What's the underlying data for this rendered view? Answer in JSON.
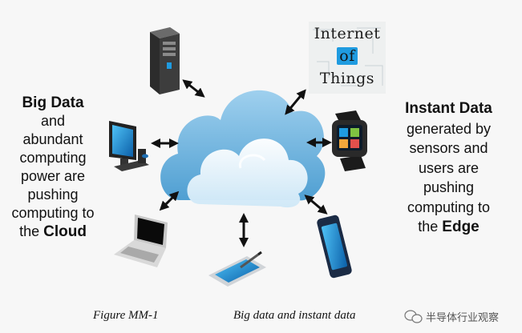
{
  "left_text": {
    "heading": "Big Data",
    "lines": [
      "and",
      "abundant",
      "computing",
      "power are",
      "pushing",
      "computing to",
      "the"
    ],
    "emphasis": "Cloud"
  },
  "right_text": {
    "heading": "Instant Data",
    "lines": [
      "generated by",
      "sensors and",
      "users are",
      "pushing",
      "computing to",
      "the"
    ],
    "emphasis": "Edge"
  },
  "iot": {
    "line1": "Internet",
    "line2": "of",
    "line3": "Things"
  },
  "caption": {
    "figure": "Figure MM-1",
    "title": "Big data and instant data"
  },
  "watermark": "半导体行业观察",
  "colors": {
    "cloud_light": "#f4fbff",
    "cloud_mid": "#bfe1f5",
    "cloud_dark": "#6fb3dc",
    "arrow": "#111111",
    "accent_blue": "#1f9be0"
  },
  "icons": [
    "server-icon",
    "desktop-computer-icon",
    "laptop-icon",
    "tablet-stylus-icon",
    "smartphone-icon",
    "smartwatch-icon",
    "cloud-icon",
    "wechat-icon"
  ]
}
